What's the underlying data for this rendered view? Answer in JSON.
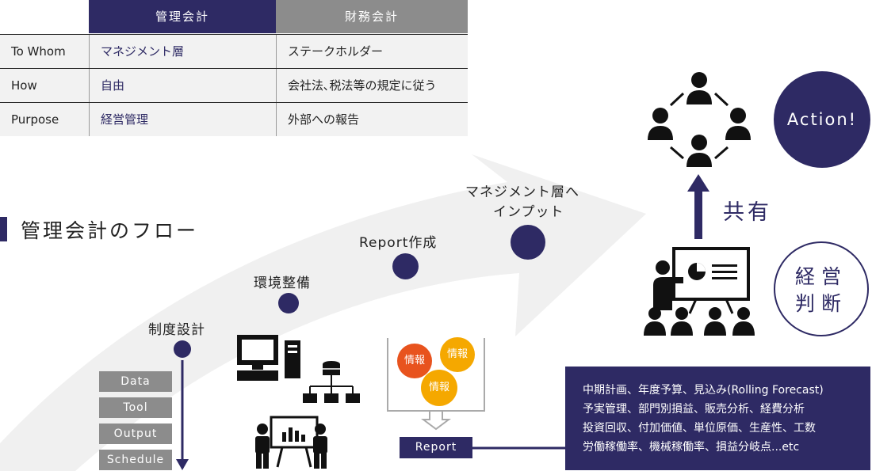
{
  "table": {
    "headers": [
      "",
      "管理会計",
      "財務会計"
    ],
    "rows": [
      [
        "To Whom",
        "マネジメント層",
        "ステークホルダー"
      ],
      [
        "How",
        "自由",
        "会社法､税法等の規定に従う"
      ],
      [
        "Purpose",
        "経営管理",
        "外部への報告"
      ]
    ]
  },
  "flow": {
    "title": "管理会計のフロー",
    "steps": [
      "制度設計",
      "環境整備",
      "Report作成"
    ],
    "step4_line1": "マネジメント層へ",
    "step4_line2": "インプット"
  },
  "design_items": [
    "Data",
    "Tool",
    "Output",
    "Schedule"
  ],
  "bubbles": [
    "情報",
    "情報",
    "情報"
  ],
  "report_label": "Report",
  "analysis_lines": [
    "中期計画、年度予算、見込み(Rolling Forecast)",
    "予実管理、部門別損益、販売分析、経費分析",
    "投資回収、付加価値、単位原価、生産性、工数",
    "労働稼働率、機械稼働率、損益分岐点...etc"
  ],
  "share_label": "共有",
  "action_label": "Action!",
  "judgment_line1": "経営",
  "judgment_line2": "判断",
  "colors": {
    "navy": "#2e2a64",
    "gray": "#8c8c8c",
    "orange": "#e8531e",
    "yellow": "#f5a800"
  },
  "icons": [
    "people-circle-icon",
    "presentation-audience-icon",
    "computer-icon",
    "network-icon",
    "presenter-chart-icon"
  ]
}
